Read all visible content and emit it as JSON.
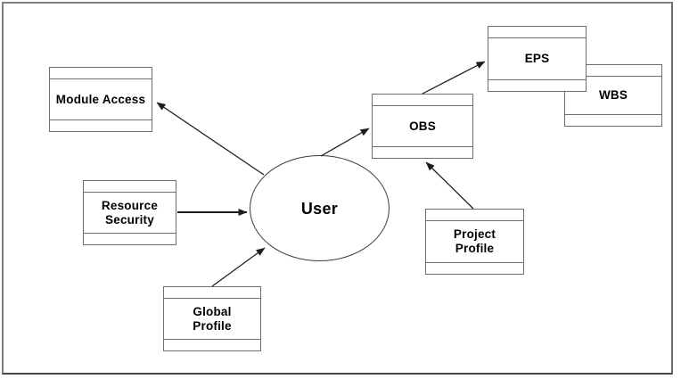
{
  "diagram": {
    "type": "relationship-diagram",
    "background_color": "#ffffff",
    "frame_color": "#808080",
    "box_border_color": "#6e6e6e",
    "arrow_color": "#1c1c1c",
    "text_color": "#000000",
    "nodes": [
      {
        "id": "module-access",
        "label": "Module Access",
        "shape": "entity-box"
      },
      {
        "id": "resource-security",
        "label": "Resource\nSecurity",
        "shape": "entity-box"
      },
      {
        "id": "global-profile",
        "label": "Global\nProfile",
        "shape": "entity-box"
      },
      {
        "id": "user",
        "label": "User",
        "shape": "ellipse"
      },
      {
        "id": "obs",
        "label": "OBS",
        "shape": "entity-box"
      },
      {
        "id": "eps",
        "label": "EPS",
        "shape": "entity-box"
      },
      {
        "id": "wbs",
        "label": "WBS",
        "shape": "entity-box"
      },
      {
        "id": "project-profile",
        "label": "Project\nProfile",
        "shape": "entity-box"
      }
    ],
    "edges": [
      {
        "from": "user",
        "to": "module-access",
        "style": "arrow"
      },
      {
        "from": "resource-security",
        "to": "user",
        "style": "arrow-thick"
      },
      {
        "from": "global-profile",
        "to": "user",
        "style": "arrow"
      },
      {
        "from": "user",
        "to": "obs",
        "style": "arrow"
      },
      {
        "from": "obs",
        "to": "eps",
        "style": "arrow"
      },
      {
        "from": "project-profile",
        "to": "obs",
        "style": "arrow"
      }
    ]
  }
}
